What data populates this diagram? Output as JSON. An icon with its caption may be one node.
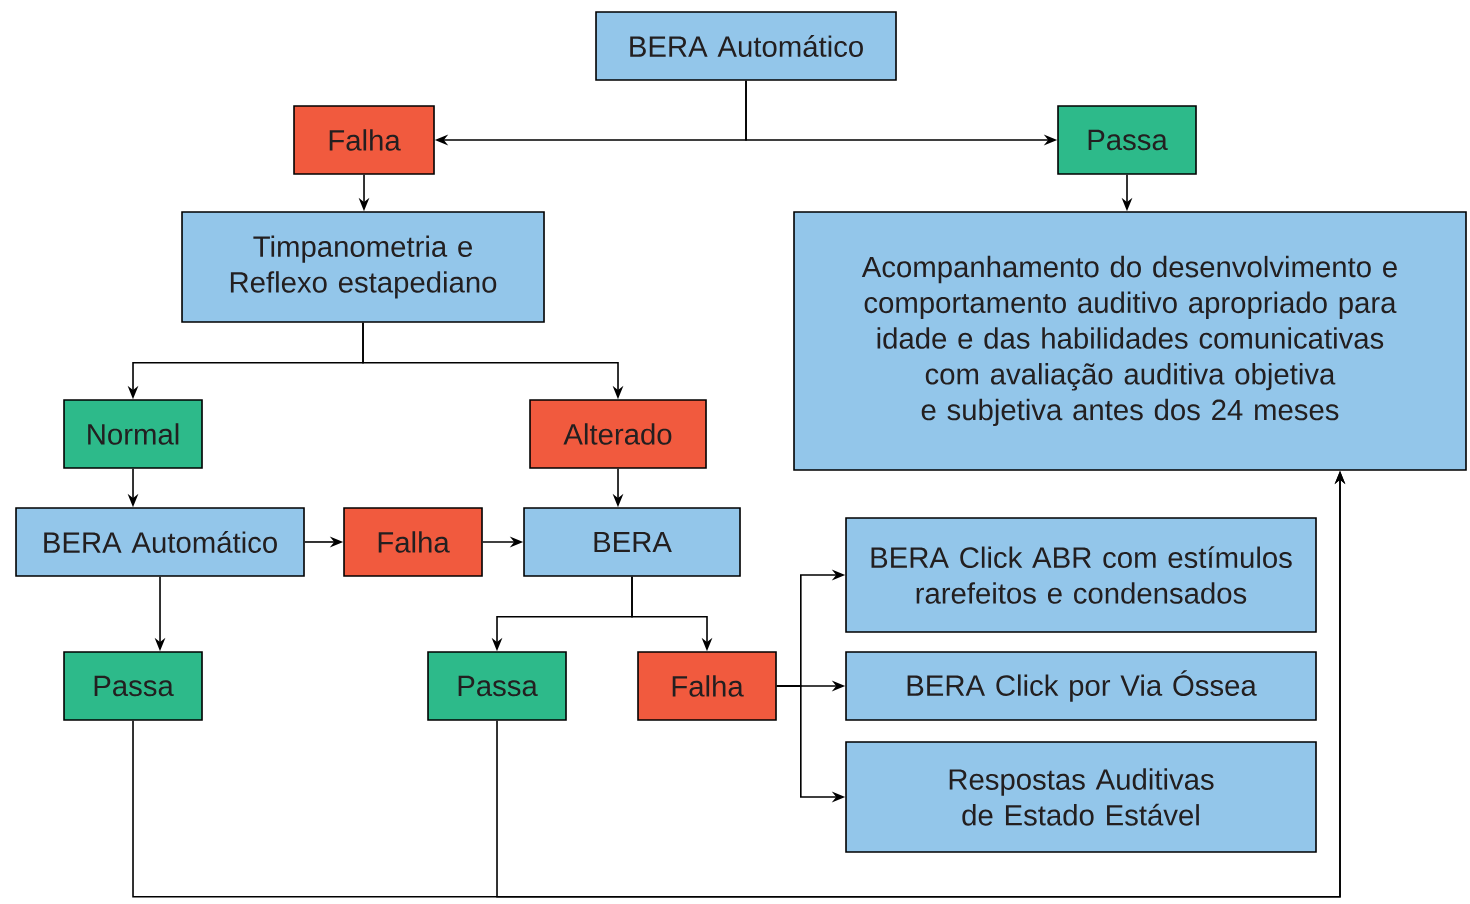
{
  "diagram": {
    "nodes": [
      {
        "text": [
          "BERA Automático"
        ]
      },
      {
        "text": [
          "Falha"
        ]
      },
      {
        "text": [
          "Passa"
        ]
      },
      {
        "text": [
          "Timpanometria e Reflexo estapediano"
        ]
      },
      {
        "text": [
          "Acompanhamento do desenvolvimento e comportamento auditivo apropriado para idade e das habilidades comunicativas com avaliação auditiva objetiva e subjetiva antes dos 24 meses"
        ]
      },
      {
        "text": [
          "Normal"
        ]
      },
      {
        "text": [
          "Alterado"
        ]
      },
      {
        "text": [
          "BERA Automático"
        ]
      },
      {
        "text": [
          "Falha"
        ]
      },
      {
        "text": [
          "BERA"
        ]
      },
      {
        "text": [
          "BERA Click ABR com estímulos rarefeitos e condensados"
        ]
      },
      {
        "text": [
          "Passa"
        ]
      },
      {
        "text": [
          "Passa"
        ]
      },
      {
        "text": [
          "Falha"
        ]
      },
      {
        "text": [
          "BERA Click por Via Óssea"
        ]
      },
      {
        "text": [
          "Respostas Auditivas de Estado Estável"
        ]
      }
    ],
    "edges": [
      {
        "from": 0,
        "to": 1,
        "arrow": "to"
      },
      {
        "from": 0,
        "to": 2,
        "arrow": "to"
      },
      {
        "from": 1,
        "to": 3,
        "arrow": "to"
      },
      {
        "from": 2,
        "to": 4,
        "arrow": "to"
      },
      {
        "from": 3,
        "to": 5,
        "arrow": "to"
      },
      {
        "from": 3,
        "to": 6,
        "arrow": "to"
      },
      {
        "from": 5,
        "to": 7,
        "arrow": "to"
      },
      {
        "from": 6,
        "to": 9,
        "arrow": "to"
      },
      {
        "from": 7,
        "to": 8,
        "arrow": "to"
      },
      {
        "from": 8,
        "to": 9,
        "arrow": "to"
      },
      {
        "from": 7,
        "to": 11,
        "arrow": "to"
      },
      {
        "from": 9,
        "to": 12,
        "arrow": "to"
      },
      {
        "from": 9,
        "to": 13,
        "arrow": "to"
      },
      {
        "from": 13,
        "to": 10,
        "arrow": "to"
      },
      {
        "from": 13,
        "to": 14,
        "arrow": "to"
      },
      {
        "from": 13,
        "to": 15,
        "arrow": "to"
      },
      {
        "from": 11,
        "to": 4,
        "arrow": "to"
      },
      {
        "from": 12,
        "to": 4,
        "arrow": "to"
      }
    ]
  }
}
